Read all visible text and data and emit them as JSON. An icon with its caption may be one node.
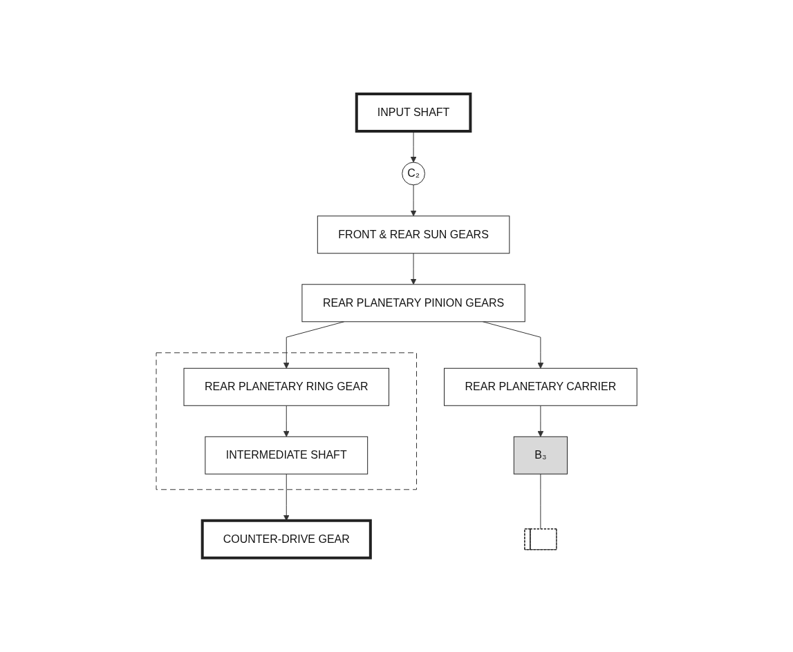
{
  "diagram": {
    "nodes": [
      {
        "text": [
          "INPUT SHAFT"
        ]
      },
      {
        "text": [
          "C₂"
        ]
      },
      {
        "text": [
          "FRONT & REAR SUN GEARS"
        ]
      },
      {
        "text": [
          "REAR PLANETARY PINION GEARS"
        ]
      },
      {
        "text": [],
        "shape": "box"
      },
      {
        "text": [
          "REAR PLANETARY RING GEAR"
        ],
        "in": 4
      },
      {
        "text": [
          "INTERMEDIATE SHAFT"
        ],
        "in": 4
      },
      {
        "text": [
          "REAR PLANETARY CARRIER"
        ]
      },
      {
        "text": [
          "B₃"
        ]
      },
      {
        "text": [],
        "shape": "bar"
      },
      {
        "text": [
          "COUNTER-DRIVE GEAR"
        ]
      }
    ],
    "edges": [
      {
        "from": 0,
        "to": 1,
        "arrow": "to"
      },
      {
        "from": 1,
        "to": 2,
        "arrow": "to"
      },
      {
        "from": 2,
        "to": 3,
        "arrow": "to"
      },
      {
        "from": 3,
        "to": 5,
        "arrow": "to"
      },
      {
        "from": 3,
        "to": 7,
        "arrow": "to"
      },
      {
        "from": 5,
        "to": 6,
        "arrow": "to"
      },
      {
        "from": 6,
        "to": 10,
        "arrow": "to"
      },
      {
        "from": 7,
        "to": 8,
        "arrow": "to"
      },
      {
        "from": 8,
        "to": 9,
        "arrow": "none"
      }
    ]
  }
}
